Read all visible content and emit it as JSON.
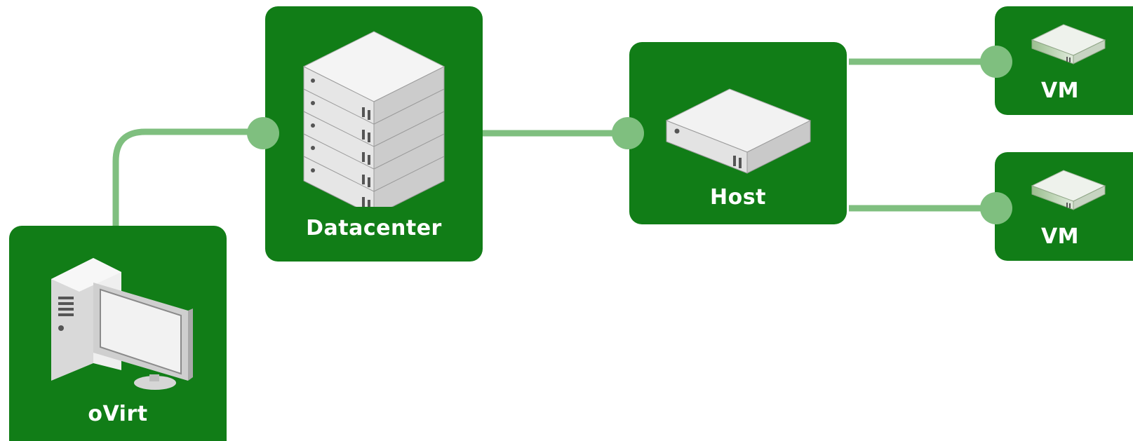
{
  "nodes": {
    "ovirt": {
      "label": "oVirt",
      "icon": "desktop-computer-icon"
    },
    "datacenter": {
      "label": "Datacenter",
      "icon": "server-rack-icon"
    },
    "host": {
      "label": "Host",
      "icon": "server-unit-icon"
    },
    "vm1": {
      "label": "VM",
      "icon": "vm-unit-icon"
    },
    "vm2": {
      "label": "VM",
      "icon": "vm-unit-icon"
    }
  },
  "connections": [
    {
      "from": "oVirt",
      "to": "Datacenter"
    },
    {
      "from": "Datacenter",
      "to": "Host"
    },
    {
      "from": "Host",
      "to": "VM"
    },
    {
      "from": "Host",
      "to": "VM"
    }
  ],
  "colors": {
    "node_fill": "#117d17",
    "connector": "#7fbf7f",
    "label": "#ffffff"
  }
}
